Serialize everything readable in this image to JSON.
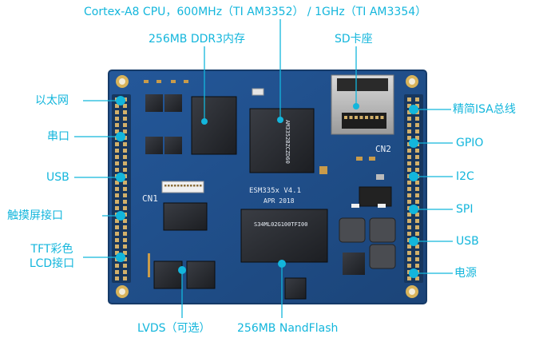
{
  "colors": {
    "annotation": "#13b6dc",
    "pcb": "#1f4e8c",
    "silkscreen": "#e8eef6"
  },
  "annotations": {
    "cpu": "Cortex-A8 CPU，600MHz（TI AM3352） / 1GHz（TI AM3354）",
    "ddr3": "256MB DDR3内存",
    "sd": "SD卡座",
    "ethernet": "以太网",
    "uart": "串口",
    "usb_left": "USB",
    "touch": "触摸屏接口",
    "tft_line1": "TFT彩色",
    "tft_line2": "LCD接口",
    "isa": "精简ISA总线",
    "gpio": "GPIO",
    "i2c": "I2C",
    "spi": "SPI",
    "usb_right": "USB",
    "power": "电源",
    "lvds": "LVDS（可选）",
    "nand": "256MB NandFlash"
  },
  "board": {
    "silk_cn1": "CN1",
    "silk_cn2": "CN2",
    "silk_model": "ESM335x V4.1",
    "silk_date": "APR 2018",
    "silk_cpu": "AM3352BZCZD60",
    "silk_nand": "S34ML02G100TFI00"
  }
}
